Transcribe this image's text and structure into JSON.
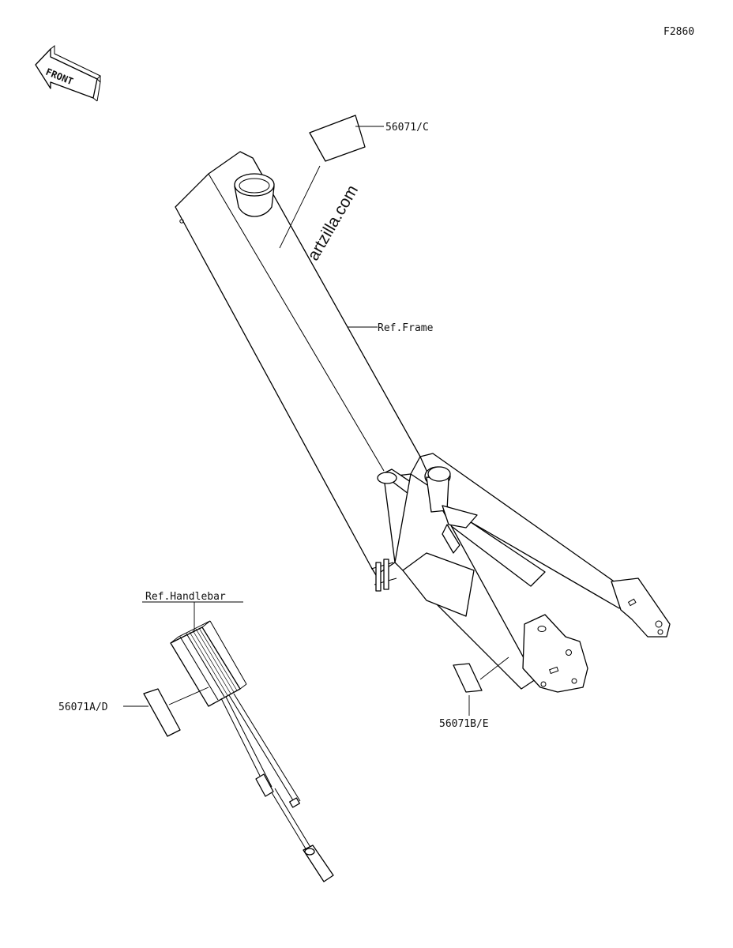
{
  "diagram_code": "F2860",
  "front_label": "FRONT",
  "watermark": "© Partzilla.com",
  "callouts": {
    "label_c": "56071/C",
    "ref_frame": "Ref.Frame",
    "ref_handlebar": "Ref.Handlebar",
    "label_ad": "56071A/D",
    "label_be": "56071B/E"
  },
  "icons": [
    "front-arrow-icon"
  ]
}
